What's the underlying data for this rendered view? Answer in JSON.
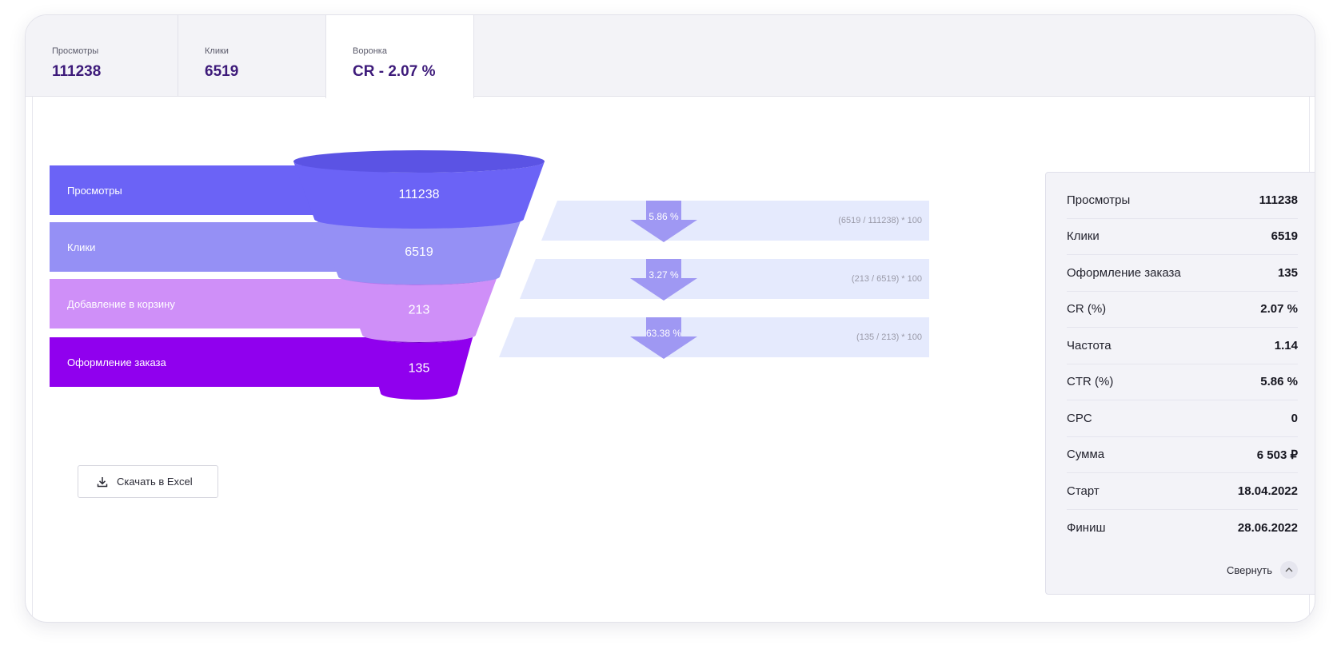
{
  "tabs": [
    {
      "label": "Просмотры",
      "value": "111238"
    },
    {
      "label": "Клики",
      "value": "6519"
    },
    {
      "label": "Воронка",
      "value": "CR - 2.07 %"
    }
  ],
  "chart_data": {
    "type": "funnel",
    "stages": [
      {
        "label": "Просмотры",
        "value": 111238,
        "color": "#6b63f6"
      },
      {
        "label": "Клики",
        "value": 6519,
        "color": "#9590f5"
      },
      {
        "label": "Добавление в корзину",
        "value": 213,
        "color": "#cf8ff8"
      },
      {
        "label": "Оформление заказа",
        "value": 135,
        "color": "#9000ee"
      }
    ],
    "conversions": [
      {
        "percent": "5.86 %",
        "formula": "(6519 / 111238) * 100"
      },
      {
        "percent": "3.27 %",
        "formula": "(213 / 6519) * 100"
      },
      {
        "percent": "63.38 %",
        "formula": "(135 / 213) * 100"
      }
    ]
  },
  "download": {
    "label": "Скачать в Excel"
  },
  "stats": [
    {
      "label": "Просмотры",
      "value": "111238"
    },
    {
      "label": "Клики",
      "value": "6519"
    },
    {
      "label": "Оформление заказа",
      "value": "135"
    },
    {
      "label": "CR (%)",
      "value": "2.07 %"
    },
    {
      "label": "Частота",
      "value": "1.14"
    },
    {
      "label": "CTR (%)",
      "value": "5.86 %"
    },
    {
      "label": "CPC",
      "value": "0"
    },
    {
      "label": "Сумма",
      "value": "6 503 ₽"
    },
    {
      "label": "Старт",
      "value": "18.04.2022"
    },
    {
      "label": "Финиш",
      "value": "28.06.2022"
    }
  ],
  "collapse_label": "Свернуть"
}
